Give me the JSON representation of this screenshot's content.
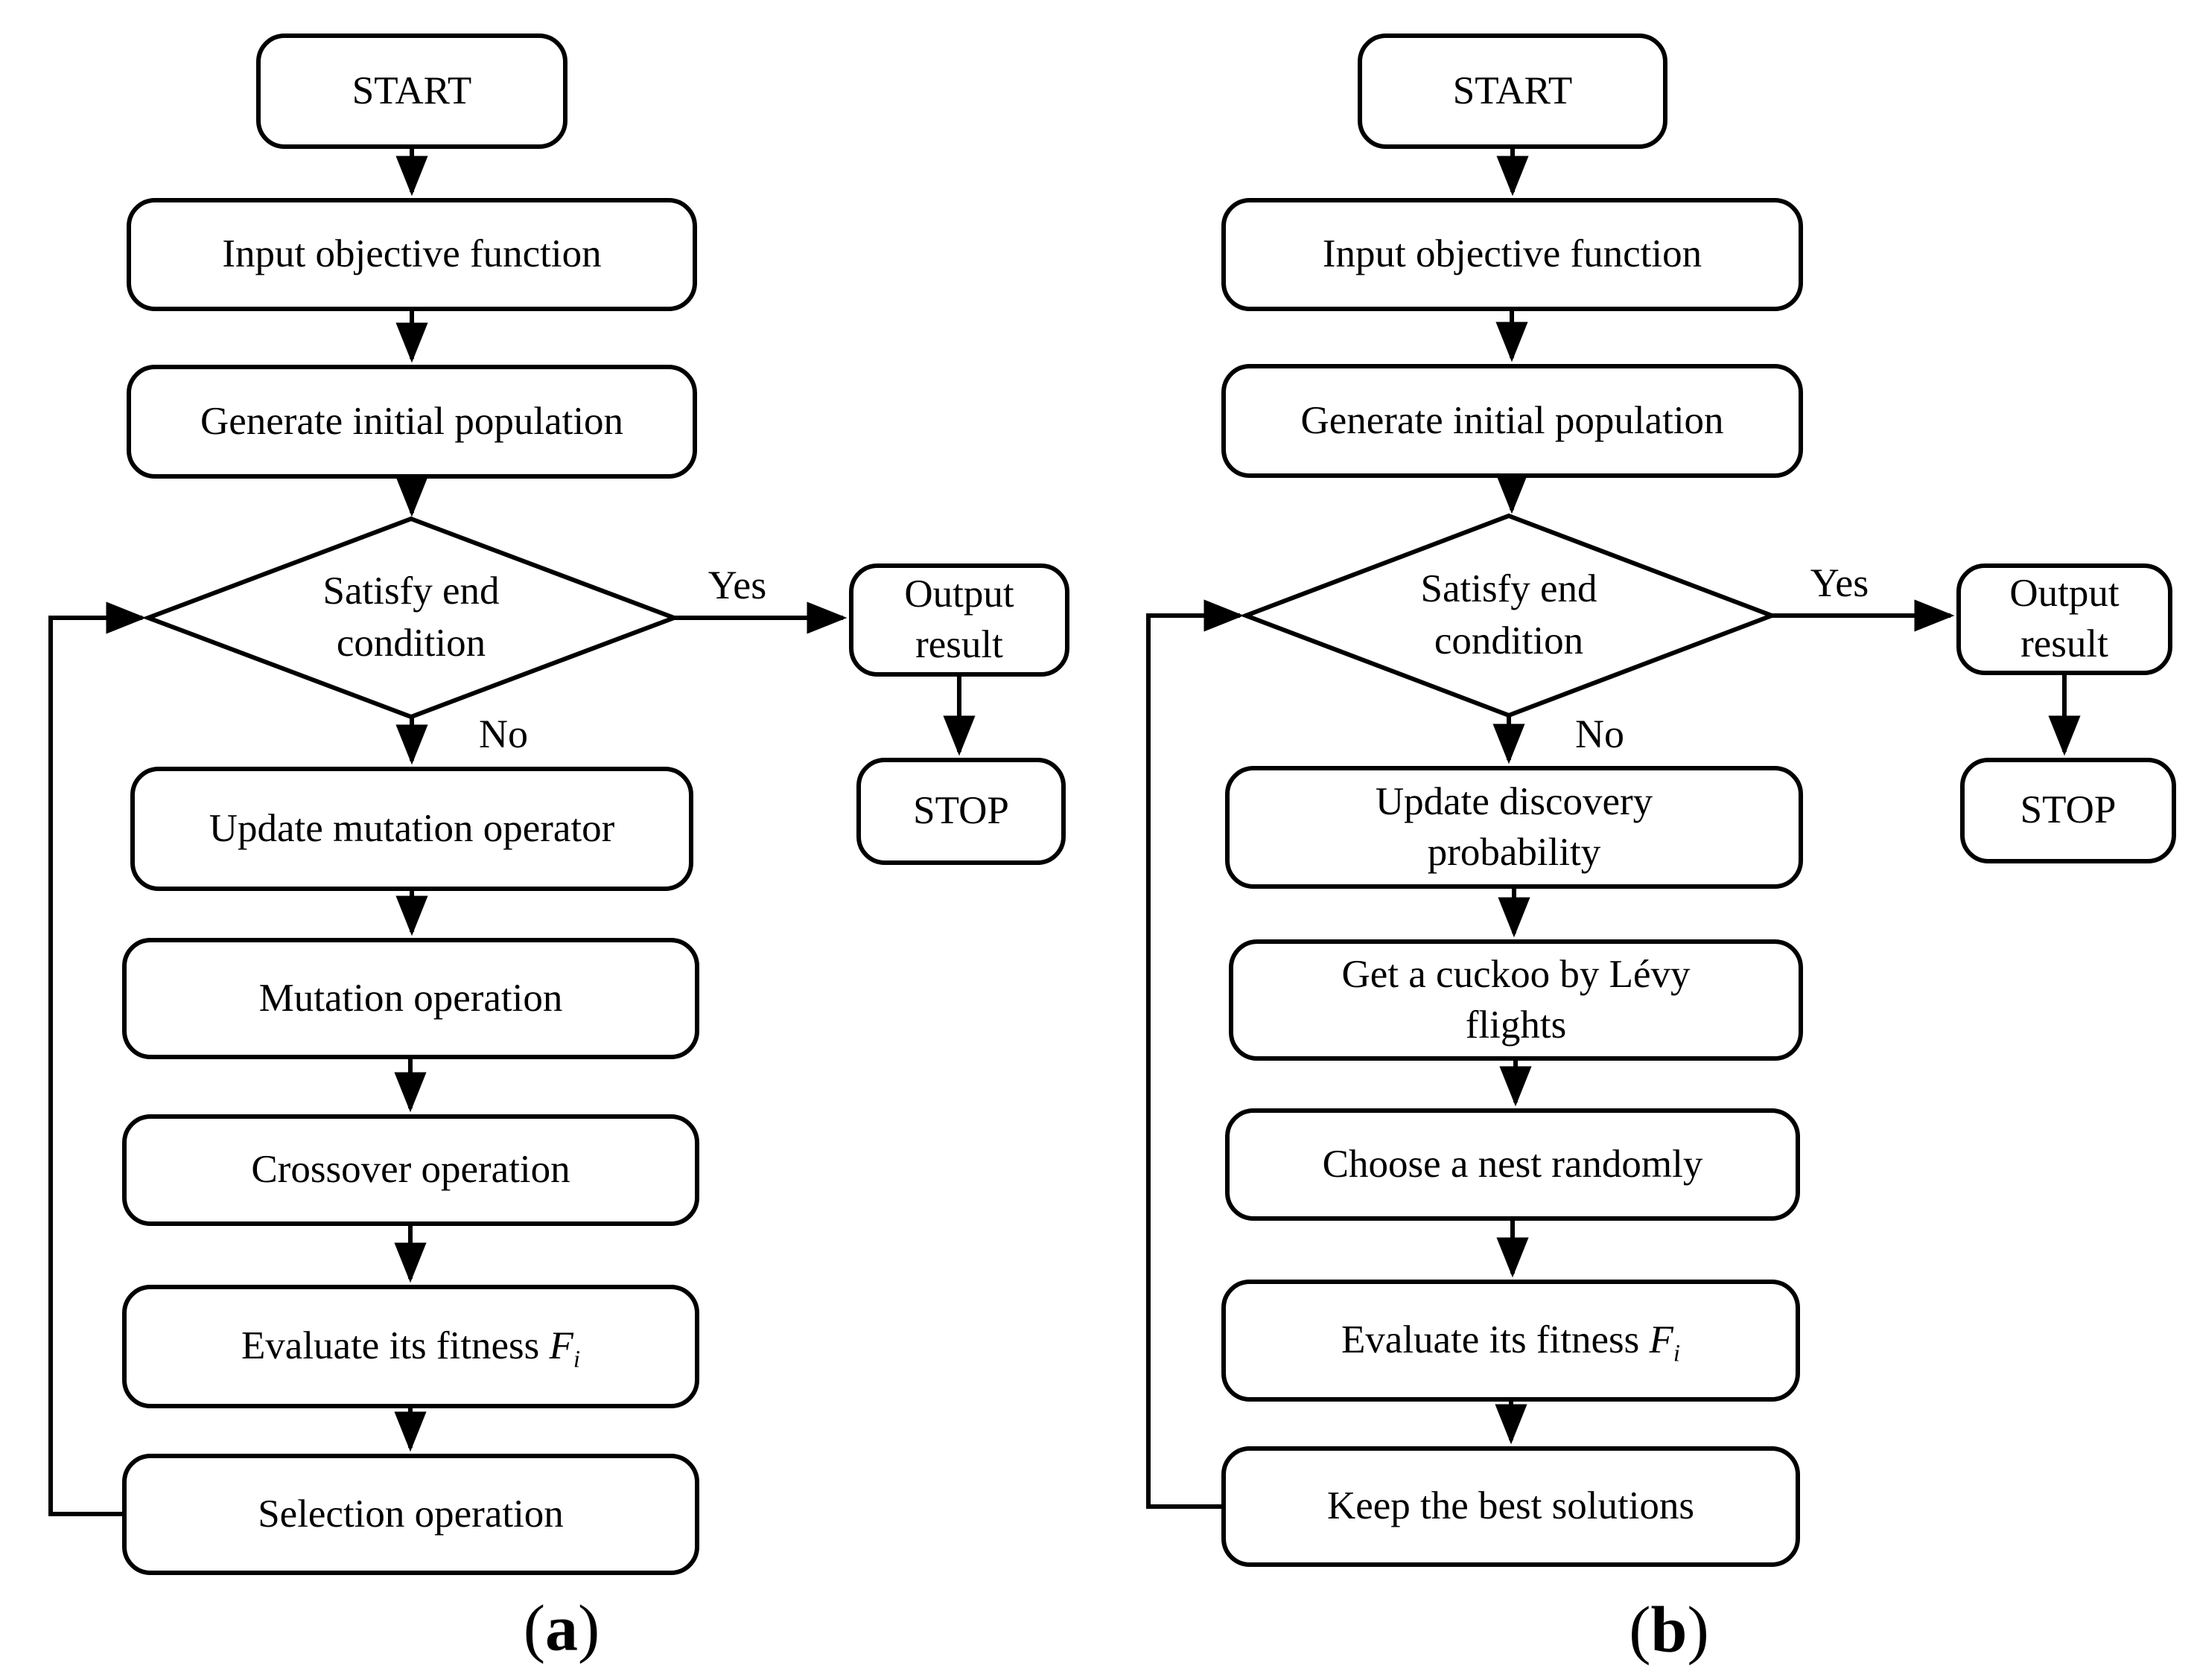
{
  "colors": {
    "ink": "#000000",
    "paper": "#ffffff"
  },
  "charts": {
    "a": {
      "start": "START",
      "input": "Input objective function",
      "generate": "Generate initial population",
      "decision": "Satisfy end\ncondition",
      "yes": "Yes",
      "no": "No",
      "output": "Output\nresult",
      "stop": "STOP",
      "steps": {
        "s1": "Update mutation operator",
        "s2": "Mutation operation",
        "s3": "Crossover operation",
        "evaluate": {
          "prefix": "Evaluate its fitness ",
          "var": "F",
          "sub": "i"
        },
        "s5": "Selection operation"
      },
      "caption": {
        "open": "(",
        "letter": "a",
        "close": ")"
      }
    },
    "b": {
      "start": "START",
      "input": "Input objective function",
      "generate": "Generate initial population",
      "decision": "Satisfy end\ncondition",
      "yes": "Yes",
      "no": "No",
      "output": "Output\nresult",
      "stop": "STOP",
      "steps": {
        "s1": "Update discovery\nprobability",
        "s2": "Get a cuckoo by Lévy\nflights",
        "s3": "Choose a nest randomly",
        "evaluate": {
          "prefix": "Evaluate its fitness ",
          "var": "F",
          "sub": "i"
        },
        "s5": "Keep the best solutions"
      },
      "caption": {
        "open": "(",
        "letter": "b",
        "close": ")"
      }
    }
  }
}
